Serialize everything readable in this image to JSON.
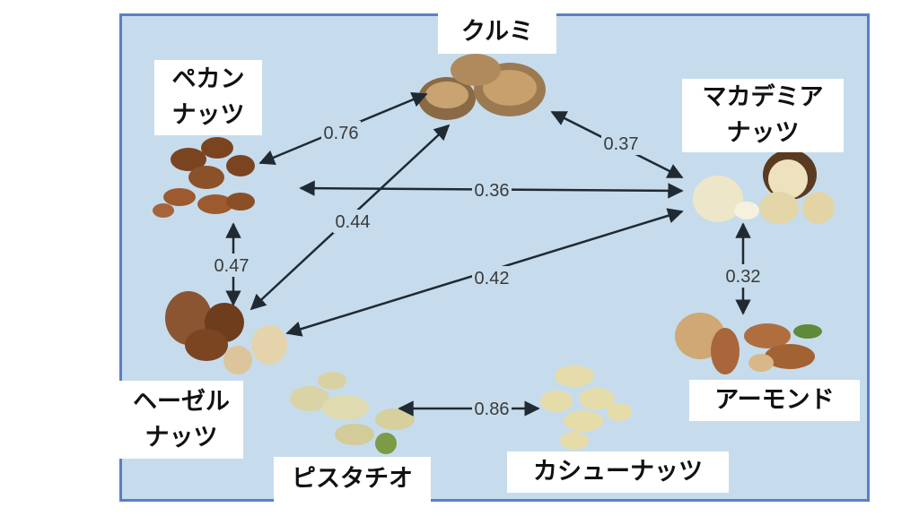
{
  "title": "Nut correlation diagram",
  "nodes": {
    "walnut": {
      "label": "クルミ"
    },
    "pecan": {
      "line1": "ペカン",
      "line2": "ナッツ"
    },
    "macadamia": {
      "line1": "マカデミア",
      "line2": "ナッツ"
    },
    "hazelnut": {
      "line1": "ヘーゼル",
      "line2": "ナッツ"
    },
    "pistachio": {
      "label": "ピスタチオ"
    },
    "cashew": {
      "label": "カシューナッツ"
    },
    "almond": {
      "label": "アーモンド"
    }
  },
  "edges": [
    {
      "from": "pecan",
      "to": "walnut",
      "weight": "0.76"
    },
    {
      "from": "walnut",
      "to": "macadamia",
      "weight": "0.37"
    },
    {
      "from": "pecan",
      "to": "macadamia",
      "weight": "0.36"
    },
    {
      "from": "walnut",
      "to": "hazelnut",
      "weight": "0.44"
    },
    {
      "from": "pecan",
      "to": "hazelnut",
      "weight": "0.47"
    },
    {
      "from": "hazelnut",
      "to": "macadamia",
      "weight": "0.42"
    },
    {
      "from": "macadamia",
      "to": "almond",
      "weight": "0.32"
    },
    {
      "from": "pistachio",
      "to": "cashew",
      "weight": "0.86"
    }
  ],
  "colors": {
    "panel": "#c6dcec",
    "border": "#5a7fc4",
    "arrow": "#1f2a33"
  }
}
